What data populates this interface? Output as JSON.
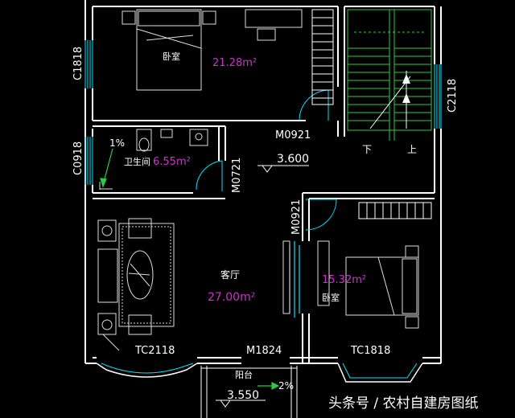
{
  "rooms": {
    "bedroom_top": {
      "label": "卧室",
      "area": "21.28m²"
    },
    "bathroom": {
      "label": "卫生间",
      "area": "6.55m²"
    },
    "living_room": {
      "label": "客厅",
      "area": "27.00m²"
    },
    "bedroom_right": {
      "label": "卧室",
      "area": "15.32m²"
    },
    "balcony": {
      "label": "阳台"
    }
  },
  "windows": {
    "left_top": "C1818",
    "left_mid": "C0918",
    "right_stair": "C2118",
    "bottom_left": "TC2118",
    "bottom_right": "TC1818"
  },
  "doors": {
    "bedroom_top_door": "M0921",
    "bathroom_door": "M0721",
    "bedroom_right_door": "M0921",
    "entry_door": "M1824"
  },
  "stairs": {
    "down": "下",
    "up": "上"
  },
  "levels": {
    "floor": "3.600",
    "balcony": "3.550"
  },
  "slopes": {
    "bathroom": "1%",
    "balcony": "2%"
  },
  "watermark": "头条号 / 农村自建房图纸",
  "colors": {
    "wall": "#ffffff",
    "stair": "#2ecc40",
    "door_window": "#00e5ff",
    "area_text": "#cc33cc",
    "furniture": "#dddddd"
  }
}
